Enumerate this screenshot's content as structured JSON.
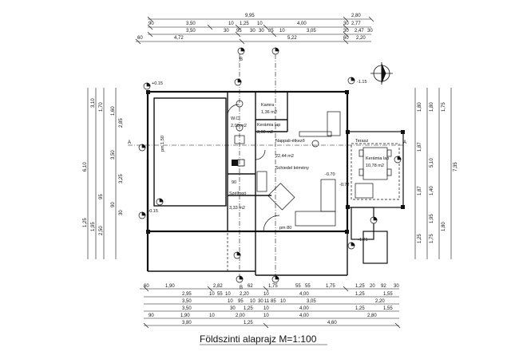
{
  "title": "Földszinti alaprajz M=1:100",
  "section_markers": [
    "B",
    "B",
    "A",
    "A"
  ],
  "top_dims": {
    "row1": [
      "9,95",
      "2,80"
    ],
    "row2": [
      "90",
      "3,50",
      "10",
      "1,25",
      "10",
      "4,00",
      "30",
      "2,77"
    ],
    "row3": [
      "3,50",
      "30",
      "95",
      "30",
      "30",
      "85",
      "10",
      "3,05",
      "30",
      "2,47",
      "30"
    ],
    "row4": [
      "60",
      "4,72",
      "5,22",
      "60",
      "2,20"
    ]
  },
  "bottom_dims": {
    "row1": [
      "60",
      "1,90",
      "2,82",
      "62",
      "1,75",
      "55",
      "55",
      "1,75",
      "1,25",
      "20",
      "92",
      "30"
    ],
    "row2": [
      "2,95",
      "10",
      "55",
      "10",
      "2,20",
      "10",
      "4,00",
      "1,25",
      "1,55"
    ],
    "row3": [
      "3,50",
      "10",
      "95",
      "10",
      "30",
      "11",
      "85",
      "10",
      "3,05",
      "2,20"
    ],
    "row4": [
      "3,50",
      "30",
      "1,25",
      "10",
      "4,00",
      "1,25",
      "1,55"
    ],
    "row5": [
      "90",
      "1,90",
      "10",
      "2,00",
      "10",
      "4,00",
      "2,80"
    ],
    "row6": [
      "3,80",
      "1,25",
      "4,60"
    ]
  },
  "left_dims": [
    "6,10",
    "3,10",
    "1,70",
    "1,60",
    "2,85",
    "3,25",
    "3,50",
    "1,25",
    "1,95",
    "2,50",
    "90",
    "30",
    "95"
  ],
  "right_dims": [
    "1,80",
    "1,75",
    "1,80",
    "1,87",
    "5,10",
    "7,35",
    "1,87",
    "1,40",
    "1,95",
    "1,80",
    "1,25",
    "1,75"
  ],
  "rooms": [
    {
      "name": "Kamra",
      "area": "1,36 m2"
    },
    {
      "name": "W.C.",
      "area": "2,00 m2"
    },
    {
      "name": "Kerámia lap",
      "area": "2,00 m2"
    },
    {
      "name": "Nappali-étkező",
      "area": "22,44 m2"
    },
    {
      "name": "Kerámia lap",
      "area": "10,78 m2"
    },
    {
      "name": "Terasz",
      "area": ""
    },
    {
      "name": "Szélfogó",
      "area": "3,33 m2"
    }
  ],
  "labels": {
    "pm1": "pm 1,50",
    "pm2": "pm 80",
    "schiedel": "Schiedel kémény",
    "door90": "90",
    "level1": "+0.15",
    "level2": "-1.15",
    "level3": "-0.70",
    "level4": "-0.72",
    "level5": "-1.21",
    "level6": "+0.15"
  }
}
